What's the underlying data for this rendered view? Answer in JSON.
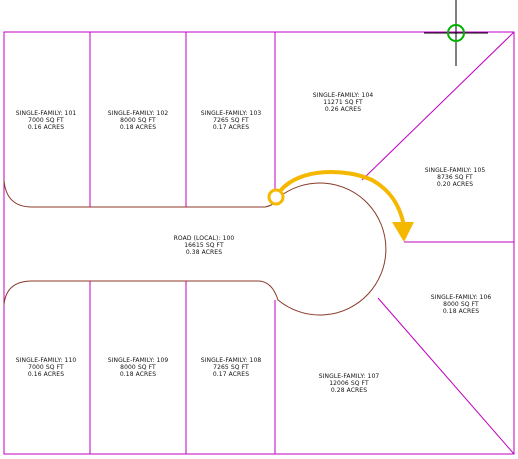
{
  "colors": {
    "background": "#ffffff",
    "lot_line": "#c000c0",
    "road_edge": "#8a3a2a",
    "arrow": "#f5b800",
    "crosshair": "#000000",
    "snap_marker": "#00b000",
    "text": "#111111"
  },
  "icons": {
    "crosshair": "crosshair-cursor-icon",
    "snap": "endpoint-snap-icon",
    "arrow": "curved-arrow-icon"
  },
  "parcels": [
    {
      "id": "101",
      "lines": [
        "SINGLE-FAMILY: 101",
        "7000 SQ FT",
        "0.16 ACRES"
      ]
    },
    {
      "id": "102",
      "lines": [
        "SINGLE-FAMILY: 102",
        "8000 SQ FT",
        "0.18 ACRES"
      ]
    },
    {
      "id": "103",
      "lines": [
        "SINGLE-FAMILY: 103",
        "7265 SQ FT",
        "0.17 ACRES"
      ]
    },
    {
      "id": "104",
      "lines": [
        "SINGLE-FAMILY: 104",
        "11271 SQ FT",
        "0.26 ACRES"
      ]
    },
    {
      "id": "105",
      "lines": [
        "SINGLE-FAMILY: 105",
        "8736 SQ FT",
        "0.20 ACRES"
      ]
    },
    {
      "id": "100",
      "lines": [
        "ROAD (LOCAL): 100",
        "16615 SQ FT",
        "0.38 ACRES"
      ]
    },
    {
      "id": "106",
      "lines": [
        "SINGLE-FAMILY: 106",
        "8000 SQ FT",
        "0.18 ACRES"
      ]
    },
    {
      "id": "107",
      "lines": [
        "SINGLE-FAMILY: 107",
        "12006 SQ FT",
        "0.28 ACRES"
      ]
    },
    {
      "id": "108",
      "lines": [
        "SINGLE-FAMILY: 108",
        "7265 SQ FT",
        "0.17 ACRES"
      ]
    },
    {
      "id": "109",
      "lines": [
        "SINGLE-FAMILY: 109",
        "8000 SQ FT",
        "0.18 ACRES"
      ]
    },
    {
      "id": "110",
      "lines": [
        "SINGLE-FAMILY: 110",
        "7000 SQ FT",
        "0.16 ACRES"
      ]
    }
  ]
}
